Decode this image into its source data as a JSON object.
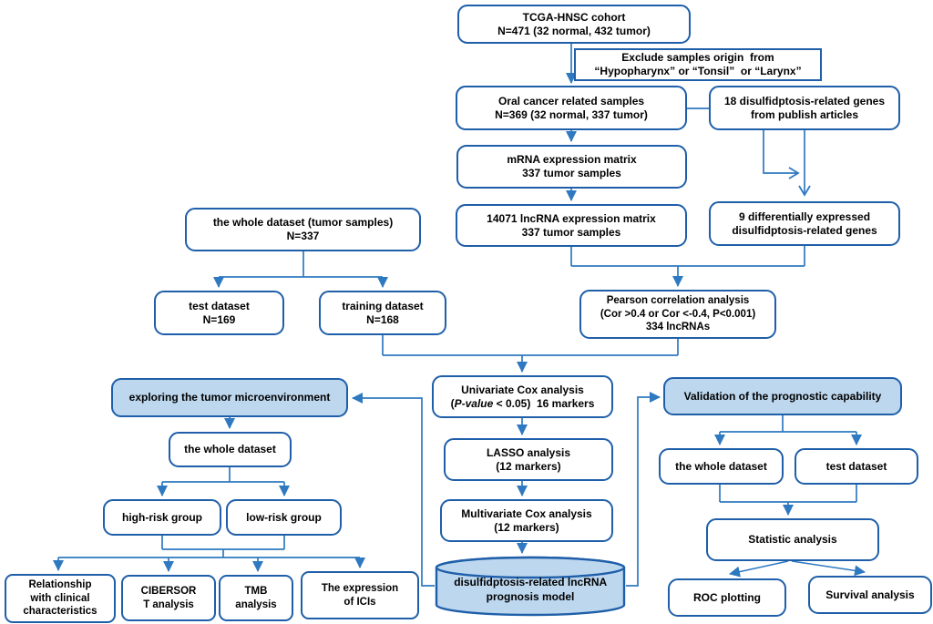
{
  "colors": {
    "box_border": "#1f5fa9",
    "connector": "#2e79c0",
    "shaded_fill": "#bdd7ee",
    "box_fill": "#ffffff",
    "text": "#000000"
  },
  "boxes": {
    "tcga": {
      "line1": "TCGA-HNSC cohort",
      "line2": "N=471 (32 normal, 432 tumor)"
    },
    "exclude": {
      "line1": "Exclude samples origin  from",
      "line2": "“Hypopharynx” or “Tonsil”  or “Larynx”"
    },
    "oral": {
      "line1": "Oral cancer related samples",
      "line2": "N=369 (32 normal, 337 tumor)"
    },
    "genes18": {
      "line1": "18 disulfidptosis-related genes",
      "line2": "from publish articles"
    },
    "mrna": {
      "line1": "mRNA expression matrix",
      "line2": "337 tumor samples"
    },
    "lncrna": {
      "line1": "14071 lncRNA expression matrix",
      "line2": "337 tumor samples"
    },
    "genes9": {
      "line1": "9 differentially expressed",
      "line2": "disulfidptosis-related genes"
    },
    "whole_tumor": {
      "line1": "the whole dataset (tumor samples)",
      "line2": "N=337"
    },
    "test_top": {
      "line1": "test dataset",
      "line2": "N=169"
    },
    "training": {
      "line1": "training dataset",
      "line2": "N=168"
    },
    "pearson": {
      "line1": "Pearson correlation analysis",
      "line2": "(Cor >0.4 or Cor <-0.4, P<0.001)",
      "line3": "334 lncRNAs"
    },
    "univariate": {
      "line1": "Univariate Cox analysis",
      "line2_open": "(",
      "line2_italic": "P-value",
      "line2_rest": " < 0.05)  16 markers"
    },
    "exploring": {
      "line1": "exploring the tumor microenvironment"
    },
    "validation": {
      "line1": "Validation of the prognostic capability"
    },
    "whole_left": {
      "line1": "the whole dataset"
    },
    "lasso": {
      "line1": "LASSO analysis",
      "line2": "(12 markers)"
    },
    "whole_right": {
      "line1": "the whole dataset"
    },
    "test_right": {
      "line1": "test dataset"
    },
    "high_risk": {
      "line1": "high-risk group"
    },
    "low_risk": {
      "line1": "low-risk group"
    },
    "multivariate": {
      "line1": "Multivariate Cox analysis",
      "line2": "(12 markers)"
    },
    "statistic": {
      "line1": "Statistic analysis"
    },
    "model": {
      "line1": "disulfidptosis-related lncRNA",
      "line2": "prognosis model"
    },
    "rel_clinical": {
      "line1": "Relationship",
      "line2": "with clinical",
      "line3": "characteristics"
    },
    "cibersort": {
      "line1": "CIBERSOR",
      "line2": "T analysis"
    },
    "tmb": {
      "line1": "TMB",
      "line2": "analysis"
    },
    "icis": {
      "line1": "The expression",
      "line2": "of ICIs"
    },
    "roc": {
      "line1": "ROC plotting"
    },
    "survival": {
      "line1": "Survival analysis"
    }
  }
}
